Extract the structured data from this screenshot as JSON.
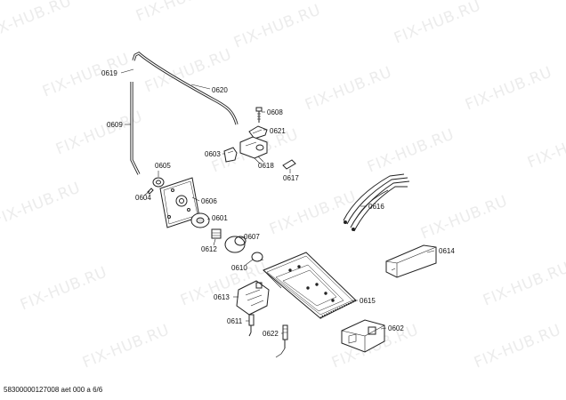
{
  "watermark": "FIX-HUB.RU",
  "footer": "58300000127008 aet 000 a 6/6",
  "parts": {
    "p0601": "0601",
    "p0602": "0602",
    "p0603": "0603",
    "p0604": "0604",
    "p0605": "0605",
    "p0606": "0606",
    "p0607": "0607",
    "p0608": "0608",
    "p0609": "0609",
    "p0610": "0610",
    "p0611": "0611",
    "p0612": "0612",
    "p0613": "0613",
    "p0614": "0614",
    "p0615": "0615",
    "p0616": "0616",
    "p0617": "0617",
    "p0618": "0618",
    "p0619": "0619",
    "p0620": "0620",
    "p0621": "0621",
    "p0622": "0622"
  }
}
